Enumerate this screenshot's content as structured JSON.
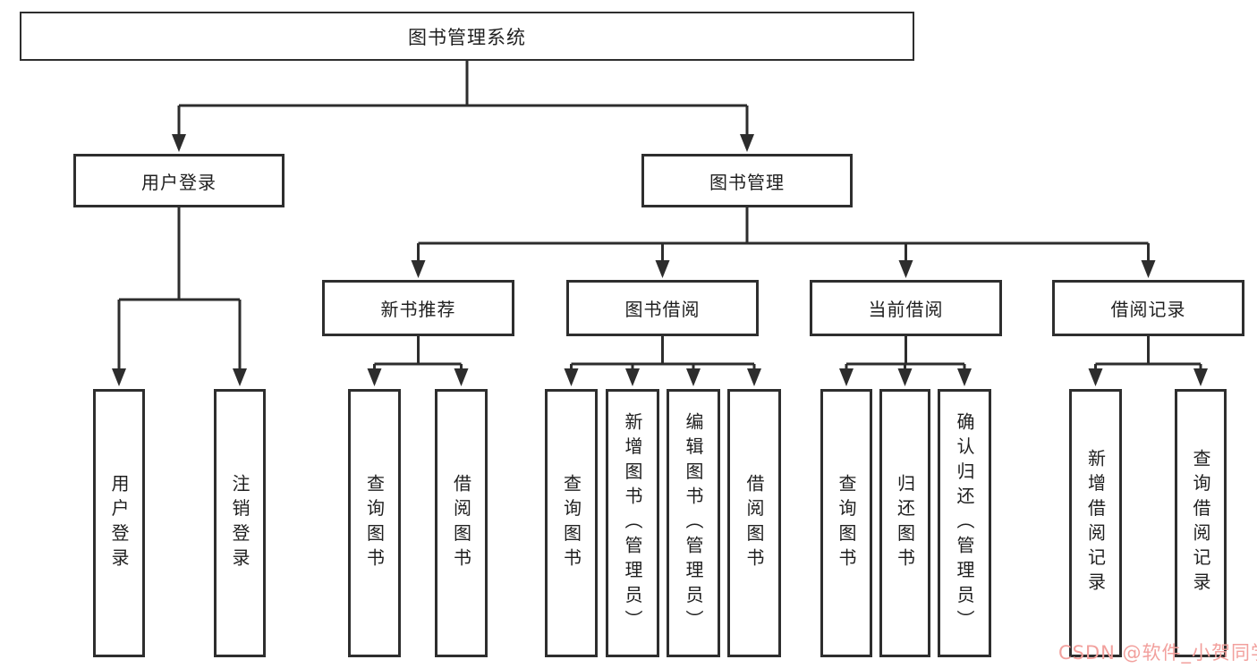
{
  "tree": {
    "root": {
      "label": "图书管理系统",
      "children": [
        {
          "label": "用户登录",
          "children": [
            {
              "label": "用户登录"
            },
            {
              "label": "注销登录"
            }
          ]
        },
        {
          "label": "图书管理",
          "children": [
            {
              "label": "新书推荐",
              "children": [
                {
                  "label": "查询图书"
                },
                {
                  "label": "借阅图书"
                }
              ]
            },
            {
              "label": "图书借阅",
              "children": [
                {
                  "label": "查询图书"
                },
                {
                  "label": "新增图书（管理员）"
                },
                {
                  "label": "编辑图书（管理员）"
                },
                {
                  "label": "借阅图书"
                }
              ]
            },
            {
              "label": "当前借阅",
              "children": [
                {
                  "label": "查询图书"
                },
                {
                  "label": "归还图书"
                },
                {
                  "label": "确认归还（管理员）"
                }
              ]
            },
            {
              "label": "借阅记录",
              "children": [
                {
                  "label": "新增借阅记录"
                },
                {
                  "label": "查询借阅记录"
                }
              ]
            }
          ]
        }
      ]
    }
  },
  "watermark": {
    "text": "CSDN @软件_小贺同学",
    "color": "#f2a09d"
  },
  "colors": {
    "line": "#2d2d2d",
    "box_border": "#2e2e2e",
    "box_fill": "#ffffff",
    "text": "#1f1f1f",
    "background": "#ffffff"
  }
}
